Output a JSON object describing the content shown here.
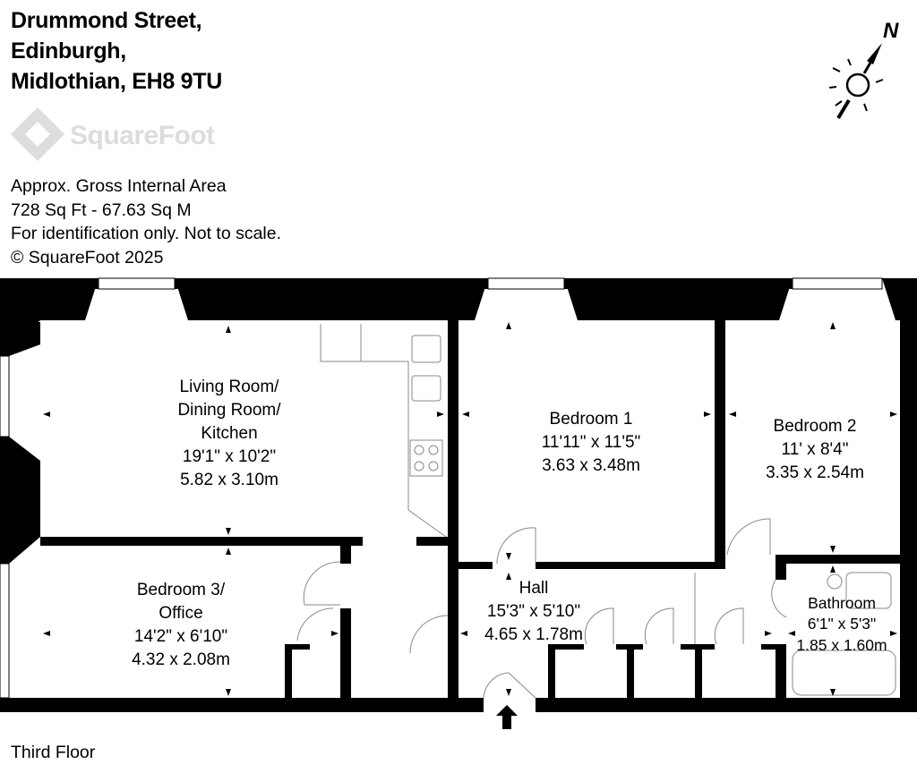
{
  "address": {
    "line1": "Drummond Street,",
    "line2": "Edinburgh,",
    "line3": "Midlothian, EH8 9TU"
  },
  "logo": {
    "text": "SquareFoot",
    "color": "#dcdcdc"
  },
  "compass": {
    "label": "N"
  },
  "info": {
    "line1": "Approx. Gross Internal Area",
    "line2": "728 Sq Ft  -  67.63 Sq M",
    "line3": "For identification only. Not to scale.",
    "line4": "© SquareFoot 2025"
  },
  "rooms": {
    "living": {
      "name1": "Living Room/",
      "name2": "Dining Room/",
      "name3": "Kitchen",
      "imperial": "19'1\" x 10'2\"",
      "metric": "5.82 x 3.10m"
    },
    "bedroom1": {
      "name": "Bedroom 1",
      "imperial": "11'11\" x 11'5\"",
      "metric": "3.63 x 3.48m"
    },
    "bedroom2": {
      "name": "Bedroom 2",
      "imperial": "11' x 8'4\"",
      "metric": "3.35 x 2.54m"
    },
    "bedroom3": {
      "name1": "Bedroom 3/",
      "name2": "Office",
      "imperial": "14'2\" x 6'10\"",
      "metric": "4.32 x 2.08m"
    },
    "hall": {
      "name": "Hall",
      "imperial": "15'3\" x 5'10\"",
      "metric": "4.65 x 1.78m"
    },
    "bathroom": {
      "name": "Bathroom",
      "imperial": "6'1\" x 5'3\"",
      "metric": "1.85 x 1.60m"
    }
  },
  "floor_label": "Third Floor",
  "colors": {
    "wall": "#000000",
    "background": "#ffffff",
    "fixture": "#888888"
  }
}
